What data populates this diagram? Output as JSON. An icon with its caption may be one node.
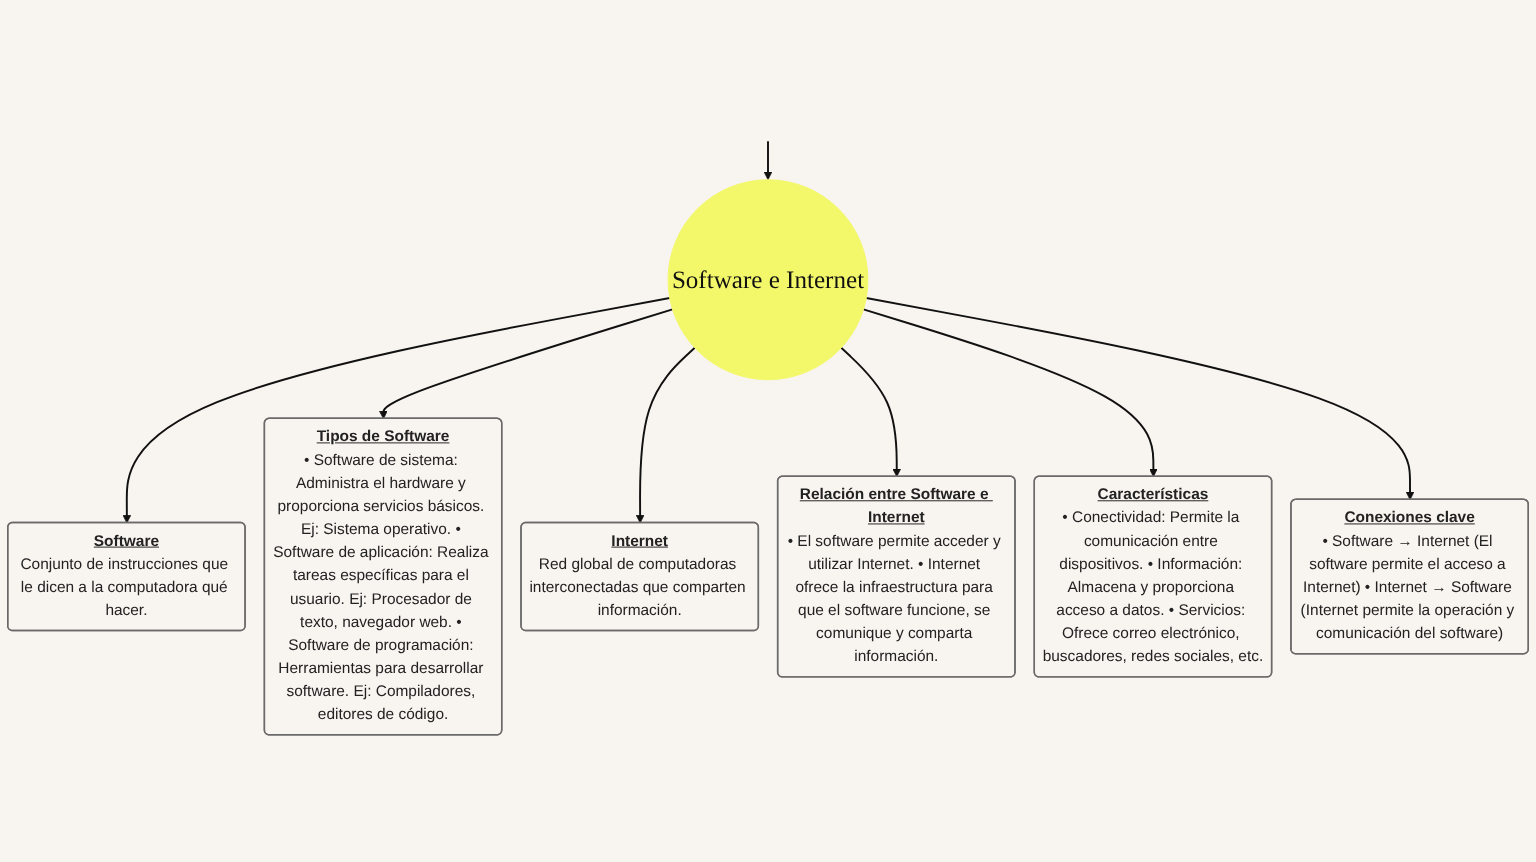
{
  "diagram": {
    "nodes": [
      {
        "text": [
          "Software e Internet"
        ]
      },
      {
        "text": [
          "Software",
          "Conjunto de instrucciones que le dicen a la computadora qué hacer."
        ]
      },
      {
        "text": [
          "Tipos de Software",
          "• Software de sistema: Administra el hardware y proporciona servicios básicos. Ej: Sistema operativo. • Software de aplicación: Realiza tareas específicas para el usuario. Ej: Procesador de texto, navegador web. • Software de programación: Herramientas para desarrollar software. Ej: Compiladores, editores de código."
        ]
      },
      {
        "text": [
          "Internet",
          "Red global de computadoras interconectadas que comparten información."
        ]
      },
      {
        "text": [
          "Relación entre Software e Internet",
          "• El software permite acceder y utilizar Internet. • Internet ofrece la infraestructura para que el software funcione, se comunique y comparta información."
        ]
      },
      {
        "text": [
          "Características",
          "• Conectividad: Permite la comunicación entre dispositivos. • Información: Almacena y proporciona acceso a datos. • Servicios: Ofrece correo electrónico, buscadores, redes sociales, etc."
        ]
      },
      {
        "text": [
          "Conexiones clave",
          "• Software → Internet (El software permite el acceso a Internet) • Internet → Software (Internet permite la operación y comunicación del software)"
        ]
      }
    ],
    "edges": [
      {
        "from": null,
        "to": 0,
        "arrow": "to"
      },
      {
        "from": 0,
        "to": 1,
        "arrow": "to"
      },
      {
        "from": 0,
        "to": 2,
        "arrow": "to"
      },
      {
        "from": 0,
        "to": 3,
        "arrow": "to"
      },
      {
        "from": 0,
        "to": 4,
        "arrow": "to"
      },
      {
        "from": 0,
        "to": 5,
        "arrow": "to"
      },
      {
        "from": 0,
        "to": 6,
        "arrow": "to"
      }
    ]
  }
}
